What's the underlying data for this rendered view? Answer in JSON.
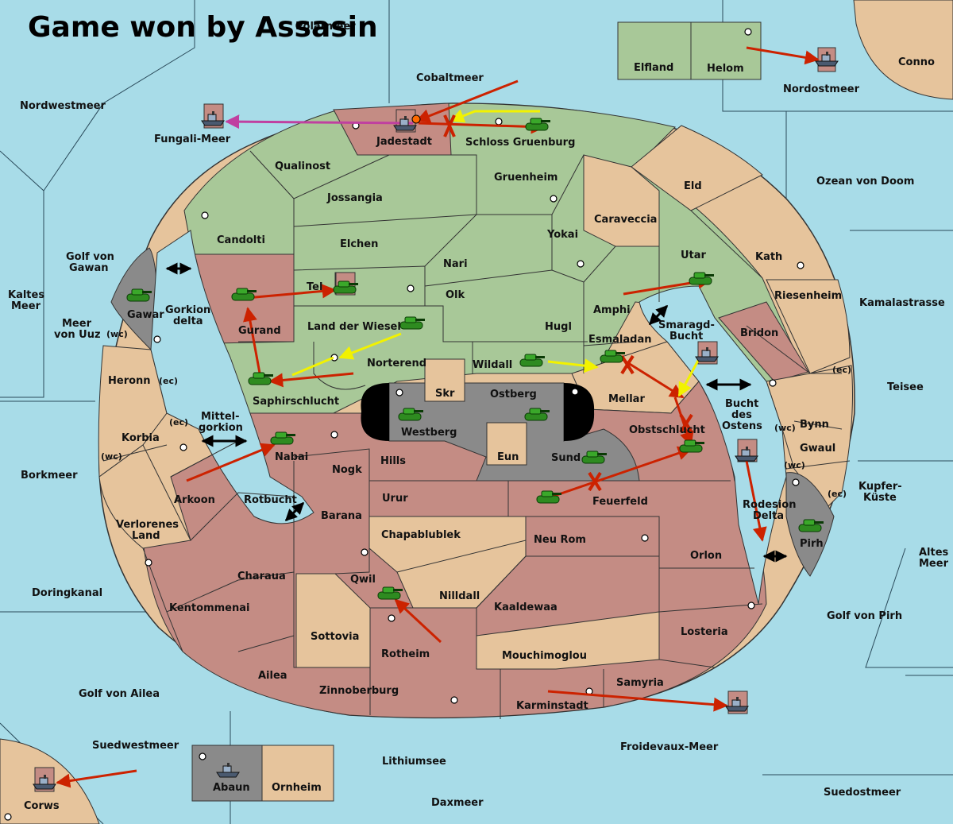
{
  "title": "Game won by Assasin",
  "colors": {
    "sea": "#a8dce8",
    "green": "#a8c898",
    "pink": "#c48c84",
    "tan": "#e6c49c",
    "gray": "#8a8a8a",
    "move": "#cc2200",
    "support": "#f2f200",
    "convoy": "#c040a0"
  },
  "labels": {
    "polarmeer": "Polarmeer",
    "conno": "Conno",
    "nordwestmeer": "Nordwestmeer",
    "cobaltmeer": "Cobaltmeer",
    "elfland": "Elfland",
    "helom": "Helom",
    "nordostmeer": "Nordostmeer",
    "fungali": "Fungali-Meer",
    "jadestadt": "Jadestadt",
    "schloss": "Schloss Gruenburg",
    "qualinost": "Qualinost",
    "gruenheim": "Gruenheim",
    "eld": "Eld",
    "ozean": "Ozean von Doom",
    "jossangia": "Jossangia",
    "caraveccia": "Caraveccia",
    "candolti": "Candolti",
    "yokai": "Yokai",
    "elchen": "Elchen",
    "utar": "Utar",
    "kath": "Kath",
    "golf_gawan_1": "Golf von",
    "golf_gawan_2": "Gawan",
    "nari": "Nari",
    "tel": "Tel",
    "riesenheim": "Riesenheim",
    "kaltes_1": "Kaltes",
    "kaltes_2": "Meer",
    "olk": "Olk",
    "amphi": "Amphi",
    "kamalastrasse": "Kamalastrasse",
    "gawar": "Gawar",
    "gorkion_1": "Gorkion",
    "gorkion_2": "delta",
    "meer_uuz_1": "Meer",
    "meer_uuz_2": "von Uuz",
    "wc": "(wc)",
    "ec": "(ec)",
    "gurand": "Gurand",
    "land_wiesel": "Land der Wiesel",
    "hugl": "Hugl",
    "smaragd_1": "Smaragd-",
    "smaragd_2": "Bucht",
    "bridon": "Bridon",
    "esmaladan": "Esmaladan",
    "norterend": "Norterend",
    "wildall": "Wildall",
    "heronn": "Heronn",
    "teisee": "Teisee",
    "skr": "Skr",
    "ostberg": "Ostberg",
    "mellar": "Mellar",
    "bucht_1": "Bucht",
    "bucht_2": "des",
    "bucht_3": "Ostens",
    "saphirschlucht": "Saphirschlucht",
    "bynn": "Bynn",
    "mittel_1": "Mittel-",
    "mittel_2": "gorkion",
    "westberg": "Westberg",
    "obstschlucht": "Obstschlucht",
    "korbia": "Korbia",
    "gwaul": "Gwaul",
    "nabai": "Nabai",
    "eun": "Eun",
    "sund": "Sund",
    "hills": "Hills",
    "borkmeer": "Borkmeer",
    "nogk": "Nogk",
    "kupfer_1": "Kupfer-",
    "kupfer_2": "Küste",
    "arkoon": "Arkoon",
    "rotbucht": "Rotbucht",
    "urur": "Urur",
    "feuerfeld": "Feuerfeld",
    "rodesion_1": "Rodesion",
    "rodesion_2": "Delta",
    "barana": "Barana",
    "verlorenes_1": "Verlorenes",
    "verlorenes_2": "Land",
    "chapablublek": "Chapablublek",
    "neu_rom": "Neu Rom",
    "pirh": "Pirh",
    "altes_1": "Altes",
    "altes_2": "Meer",
    "orlon": "Orlon",
    "charaua": "Charaua",
    "qwil": "Qwil",
    "nilldall": "Nilldall",
    "doringkanal": "Doringkanal",
    "kentommenai": "Kentommenai",
    "kaaldewaa": "Kaaldewaa",
    "golf_pirh": "Golf von Pirh",
    "sottovia": "Sottovia",
    "losteria": "Losteria",
    "rotheim": "Rotheim",
    "mouchimoglou": "Mouchimoglou",
    "ailea": "Ailea",
    "samyria": "Samyria",
    "golf_ailea": "Golf von Ailea",
    "zinnoberburg": "Zinnoberburg",
    "karminstadt": "Karminstadt",
    "suedwestmeer": "Suedwestmeer",
    "froidevaux": "Froidevaux-Meer",
    "lithiumsee": "Lithiumsee",
    "abaun": "Abaun",
    "ornheim": "Ornheim",
    "suedostmeer": "Suedostmeer",
    "corws": "Corws",
    "daxmeer": "Daxmeer"
  }
}
